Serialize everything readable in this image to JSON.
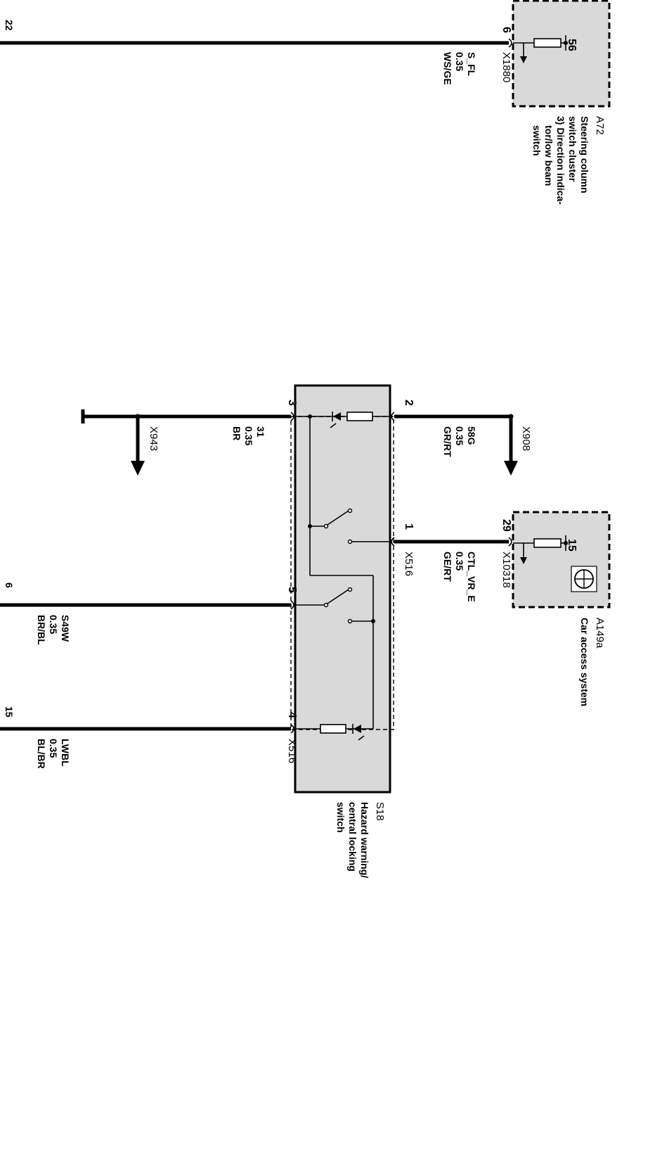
{
  "connectors": {
    "a72": {
      "id": "A72",
      "lines": [
        "Steering column",
        "switch cluster",
        "3) Direction indica-",
        "tor/low beam",
        "switch"
      ]
    },
    "a149a": {
      "id": "A149a",
      "lines": [
        "Car access system"
      ]
    },
    "s18": {
      "id": "S18",
      "lines": [
        "Hazard warning/",
        "central locking",
        "switch"
      ]
    }
  },
  "pins": {
    "a72_6": "6",
    "a72_56": "56",
    "a149a_29": "29",
    "a149a_15": "15",
    "s18_2": "2",
    "s18_3": "3",
    "s18_1": "1",
    "s18_5": "5",
    "s18_4": "4"
  },
  "plugs": {
    "x1880": "X1880",
    "x908": "X908",
    "x943": "X943",
    "x10318": "X10318",
    "x516_a": "X516",
    "x516_b": "X516"
  },
  "wires": {
    "s_fl": {
      "signal": "S_FL",
      "size": "0.35",
      "color": "WS/GE"
    },
    "w58g": {
      "signal": "58G",
      "size": "0.35",
      "color": "GR/RT"
    },
    "w31": {
      "signal": "31",
      "size": "0.35",
      "color": "BR"
    },
    "ctl": {
      "signal": "CTL_VR_E",
      "size": "0.35",
      "color": "GE/RT"
    },
    "s49w": {
      "signal": "S49W",
      "size": "0.35",
      "color": "BR/BL"
    },
    "lwbl": {
      "signal": "LWBL",
      "size": "0.35",
      "color": "BL/BR"
    }
  },
  "edge_marks": {
    "top": "22",
    "mid": "6",
    "bottom": "15"
  },
  "colors": {
    "ink": "#000000",
    "component_fill": "#d9d9d9",
    "background": "#ffffff"
  }
}
